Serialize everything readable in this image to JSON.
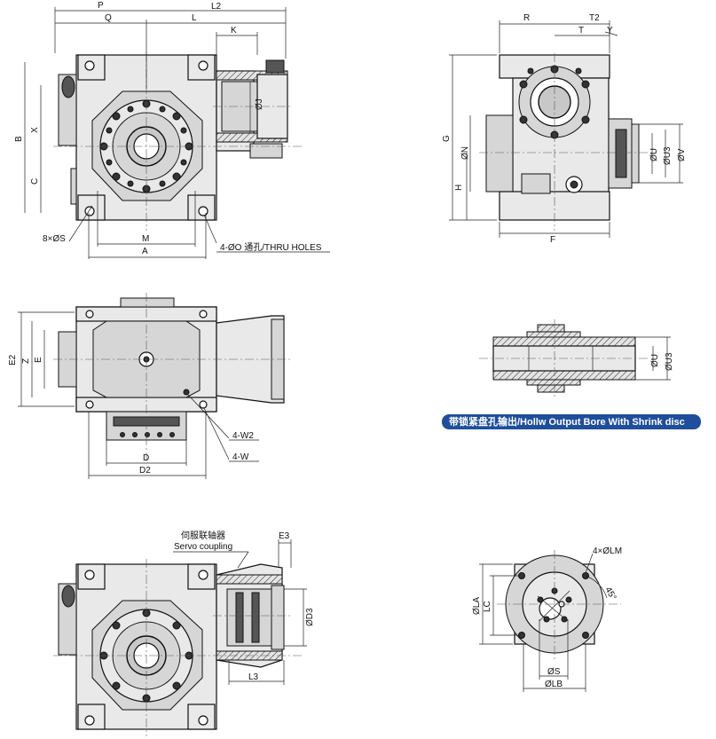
{
  "front_view": {
    "dims_top": [
      "P",
      "L2",
      "Q",
      "L",
      "K"
    ],
    "dims_left": [
      "B",
      "X",
      "C"
    ],
    "dims_bottom": [
      "M",
      "A"
    ],
    "callouts": [
      "8×ØS",
      "4-ØO 通孔/THRU HOLES"
    ],
    "shaft_label": "ØJ"
  },
  "side_view": {
    "dims_top": [
      "R",
      "T2",
      "T",
      "Y"
    ],
    "dims_left": [
      "G",
      "ØN",
      "H"
    ],
    "dims_right": [
      "ØU",
      "ØU3",
      "ØV"
    ],
    "dims_bottom": [
      "F"
    ]
  },
  "top_view": {
    "dims_left": [
      "E2",
      "Z",
      "E"
    ],
    "callouts": [
      "4-W2",
      "4-W"
    ],
    "dims_bottom": [
      "D",
      "D2"
    ]
  },
  "shaft_detail": {
    "dims_right": [
      "ØU",
      "ØU3"
    ],
    "banner": "带锁紧盘孔输出/Hollw Output Bore With Shrink disc",
    "banner_color": "#1f4e9c"
  },
  "servo_view": {
    "label_cn": "伺服联轴器",
    "label_en": "Servo coupling",
    "dims": [
      "E3",
      "ØD3",
      "L3"
    ]
  },
  "flange_view": {
    "dims_left": [
      "ØLA",
      "LC"
    ],
    "callouts": [
      "4×ØLM",
      "45°"
    ],
    "dims_bottom": [
      "ØS",
      "ØLB"
    ]
  }
}
